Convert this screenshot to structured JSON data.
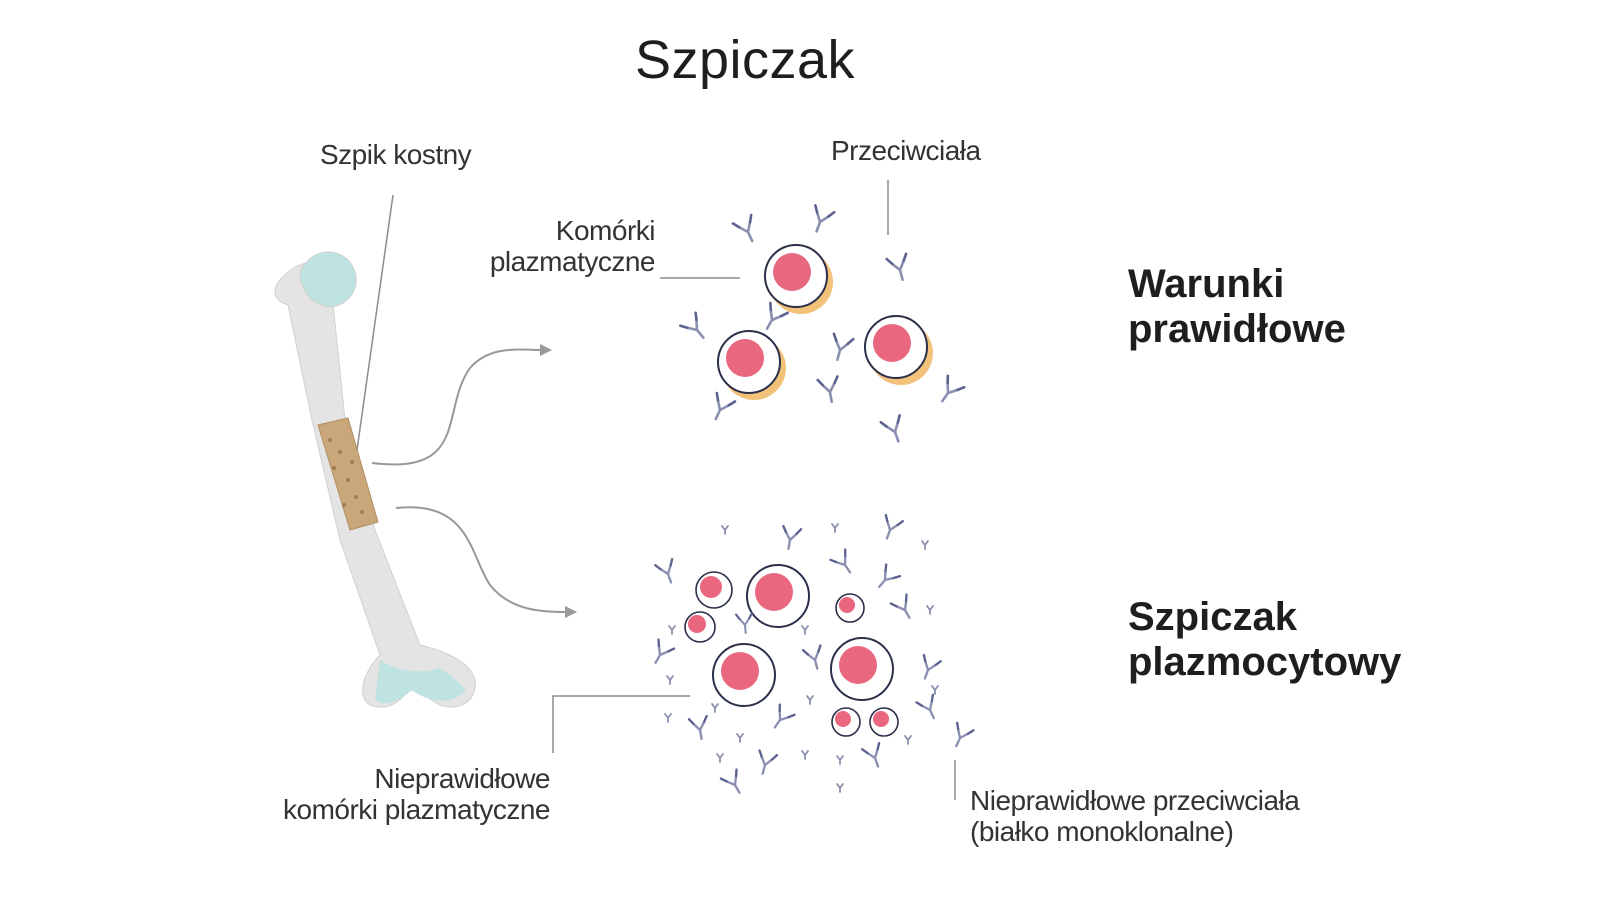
{
  "title": "Szpiczak",
  "labels": {
    "bone_marrow": "Szpik kostny",
    "antibodies": "Przeciwciała",
    "plasma_cells": [
      "Komórki",
      "plazmatyczne"
    ],
    "abnormal_cells": [
      "Nieprawidłowe",
      "komórki plazmatyczne"
    ],
    "abnormal_antibodies": [
      "Nieprawidłowe przeciwciała",
      "(białko monoklonalne)"
    ]
  },
  "headings": {
    "normal": [
      "Warunki",
      "prawidłowe"
    ],
    "myeloma": [
      "Szpiczak",
      "plazmocytowy"
    ]
  },
  "colors": {
    "cell_nucleus": "#e9677f",
    "cell_shadow": "#f2c27a",
    "bone": "#e6e6e6",
    "bone_cap": "#bfe3e0",
    "marrow": "#c9a77a",
    "antibody": "#8a8fb0",
    "line": "#8c8c8c"
  }
}
